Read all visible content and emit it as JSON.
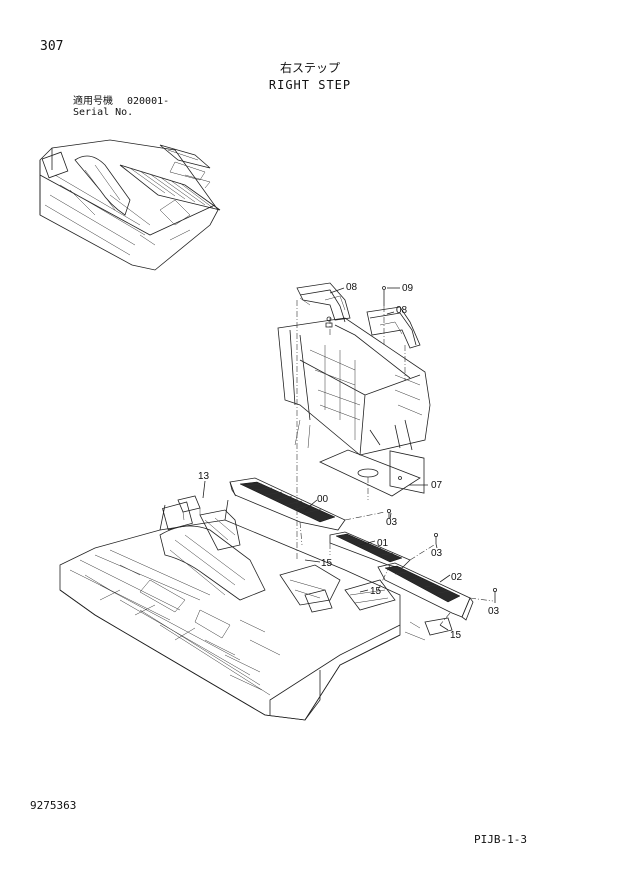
{
  "header": {
    "page_number": "307",
    "title_jp": "右ステップ",
    "title_en": "RIGHT STEP",
    "serial_label_jp": "適用号機",
    "serial_value": "020001-",
    "serial_label_en": "Serial No."
  },
  "footer": {
    "drawing_number": "9275363",
    "page_code": "PIJB-1-3"
  },
  "callouts": {
    "c08a": "08",
    "c09": "09",
    "c08b": "08",
    "c07": "07",
    "c13": "13",
    "c00": "00",
    "c03a": "03",
    "c01": "01",
    "c03b": "03",
    "c15a": "15",
    "c02": "02",
    "c15b": "15",
    "c03c": "03",
    "c15c": "15"
  }
}
